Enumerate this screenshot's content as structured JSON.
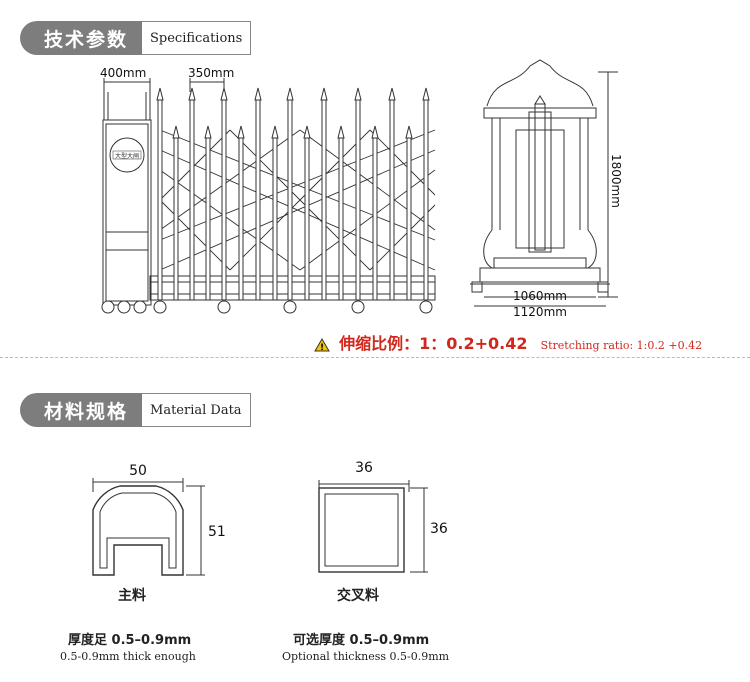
{
  "section1": {
    "cn": "技术参数",
    "en": "Specifications"
  },
  "section2": {
    "cn": "材料规格",
    "en": "Material Data"
  },
  "gate": {
    "dim_left": "400mm",
    "dim_spacing": "350mm",
    "height": "1800mm",
    "width_inner": "1060mm",
    "width_outer": "1120mm",
    "plate": "大型大闸"
  },
  "ratio": {
    "cn": "伸缩比例：1：0.2+0.42",
    "en": "Stretching ratio: 1:0.2 +0.42"
  },
  "profile_main": {
    "width": "50",
    "height": "51",
    "name": "主料",
    "thick_cn": "厚度足 0.5–0.9mm",
    "thick_en": "0.5-0.9mm thick enough"
  },
  "profile_cross": {
    "width": "36",
    "height": "36",
    "name": "交叉料",
    "thick_cn": "可选厚度 0.5–0.9mm",
    "thick_en": "Optional thickness 0.5-0.9mm"
  },
  "colors": {
    "tag_bg": "#7d7d7d",
    "warning": "#d0281d",
    "line": "#333333"
  }
}
